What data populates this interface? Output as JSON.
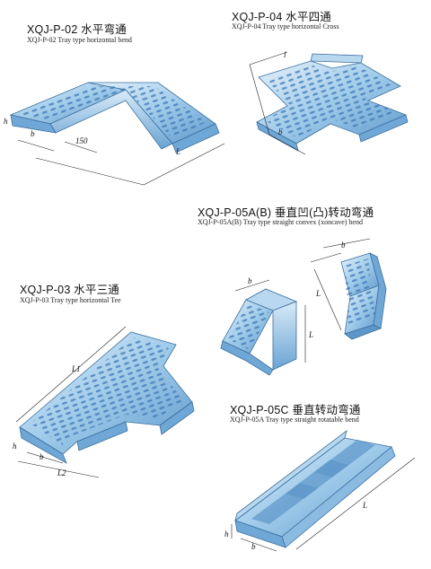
{
  "products": [
    {
      "code": "XQJ-P-02",
      "cn_name": "水平弯通",
      "subtitle": "XQJ-P-02  Tray type horizontal bend",
      "labels": {
        "h": "h",
        "b": "b",
        "angle": "150",
        "length": "L"
      }
    },
    {
      "code": "XQJ-P-04",
      "cn_name": "水平四通",
      "subtitle": "XQJ-P-04   Tray type horizontal Cross",
      "labels": {
        "l": "l",
        "b": "b"
      }
    },
    {
      "code": "XQJ-P-05A(B)",
      "cn_name": "垂直凹(凸)转动弯通",
      "subtitle": "XQJ-P-05A(B)  Tray type straight convex (xoncave) bend",
      "labels": {
        "b1": "b",
        "b2": "b",
        "l1": "L",
        "l2": "L"
      }
    },
    {
      "code": "XQJ-P-03",
      "cn_name": "水平三通",
      "subtitle": "XQJ-P-03   Tray type horizontal Tee",
      "labels": {
        "l1": "L1",
        "l2": "L2",
        "b": "b",
        "h": "h"
      }
    },
    {
      "code": "XQJ-P-05C",
      "cn_name": "垂直转动弯通",
      "subtitle": "XQJ-P-05A Tray type straight rotatable bend",
      "labels": {
        "h": "h",
        "b": "b",
        "l": "L"
      }
    }
  ],
  "colors": {
    "tray_light": "#cfe6f7",
    "tray_mid": "#8fc1e6",
    "tray_dark": "#4f8cc4",
    "hole": "#2f6aa8"
  }
}
